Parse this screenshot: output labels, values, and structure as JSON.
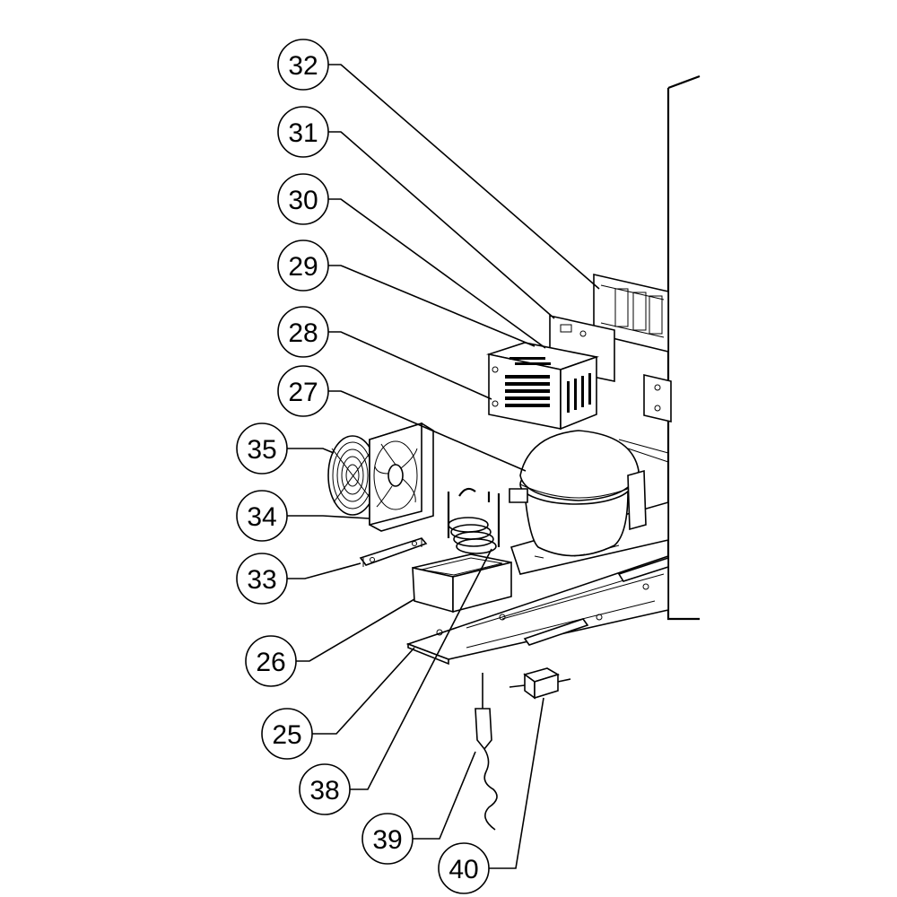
{
  "callouts": {
    "c32": "32",
    "c31": "31",
    "c30": "30",
    "c29": "29",
    "c28": "28",
    "c27": "27",
    "c35": "35",
    "c34": "34",
    "c33": "33",
    "c26": "26",
    "c25": "25",
    "c38": "38",
    "c39": "39",
    "c40": "40"
  }
}
